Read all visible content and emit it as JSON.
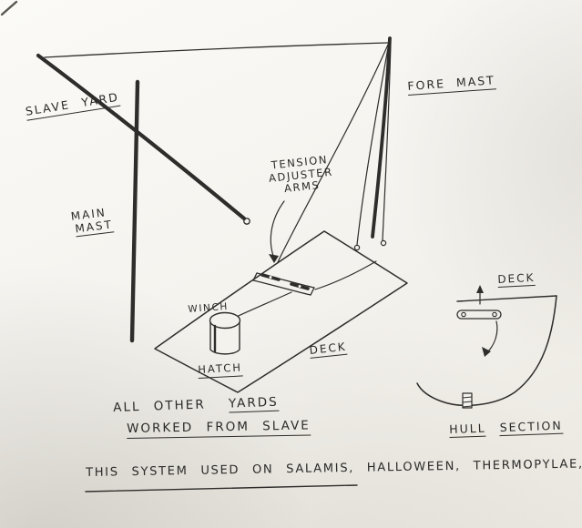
{
  "colors": {
    "ink": "#2e2d2b",
    "paper": "#f4f2ed"
  },
  "main_diagram": {
    "slave_yard_label": "SLAVE YARD",
    "fore_mast_label": "FORE MAST",
    "main_mast_label": [
      "MAIN",
      "MAST"
    ],
    "tension_adjuster_label": [
      "TENSION",
      "ADJUSTER",
      "ARMS"
    ],
    "winch_label": "WINCH",
    "hatch_label": "HATCH",
    "deck_label": "DECK"
  },
  "hull_inset": {
    "deck_label": "DECK",
    "caption": [
      "HULL",
      "SECTION"
    ]
  },
  "notes": {
    "line1_prefix": "ALL OTHER",
    "line1_underlined": "YARDS",
    "line2": "WORKED FROM SLAVE"
  },
  "footer_note": "THIS SYSTEM USED ON SALAMIS, HALLOWEEN, THERMOPYLAE,"
}
